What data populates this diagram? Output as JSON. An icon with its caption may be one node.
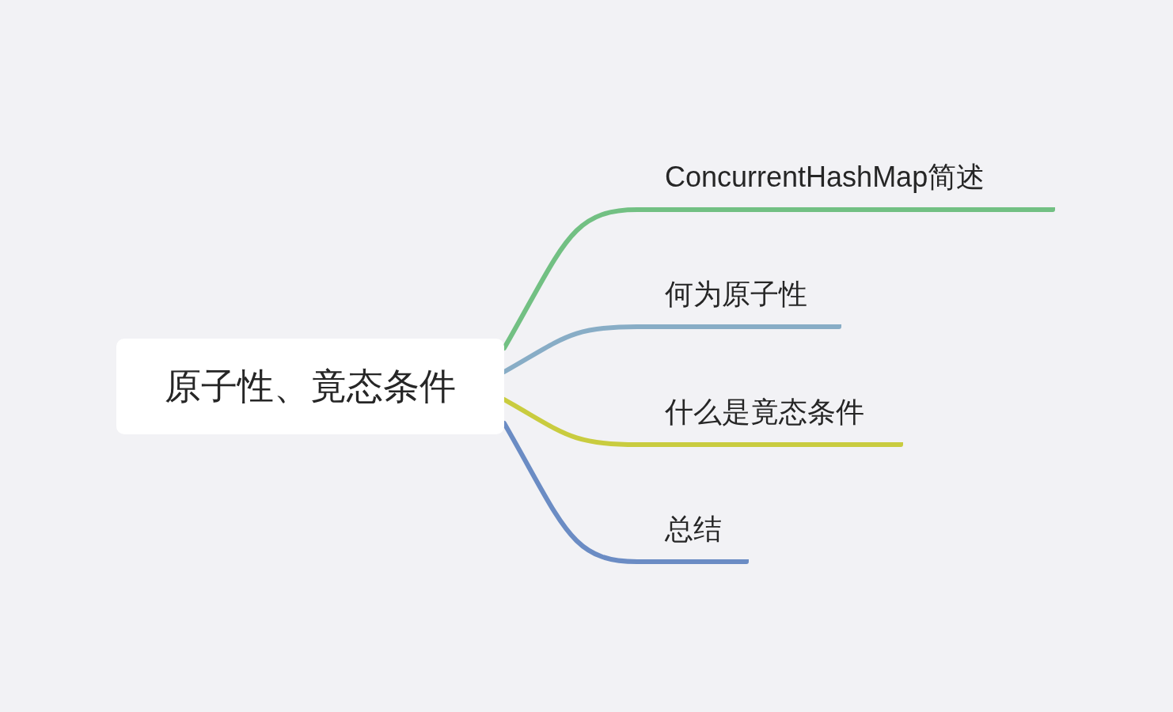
{
  "diagram": {
    "nodes": [
      {
        "text": [
          "原子性、竟态条件"
        ]
      },
      {
        "text": [
          "ConcurrentHashMap简述"
        ]
      },
      {
        "text": [
          "何为原子性"
        ]
      },
      {
        "text": [
          "什么是竟态条件"
        ]
      },
      {
        "text": [
          "总结"
        ]
      }
    ],
    "edges": [
      {
        "from": 0,
        "to": 1,
        "arrow": "none",
        "color": "#72c083"
      },
      {
        "from": 0,
        "to": 2,
        "arrow": "none",
        "color": "#88adc6"
      },
      {
        "from": 0,
        "to": 3,
        "arrow": "none",
        "color": "#c9cc3f"
      },
      {
        "from": 0,
        "to": 4,
        "arrow": "none",
        "color": "#6b8cc4"
      }
    ]
  }
}
